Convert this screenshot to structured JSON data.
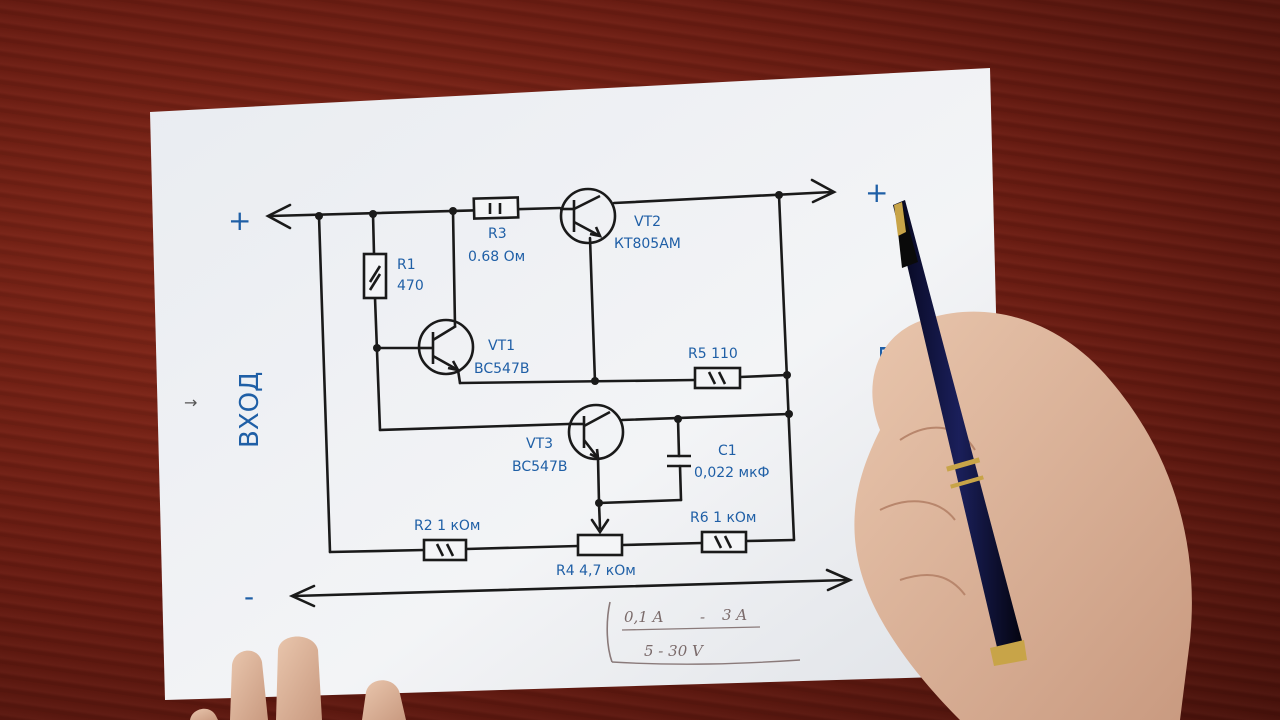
{
  "diagram": {
    "input_plus": "+",
    "input_minus": "-",
    "output_plus": "+",
    "input_label": "ВХОД",
    "output_label": "ВХОД",
    "r1_name": "R1",
    "r1_value": "470",
    "r3_name": "R3",
    "r3_value": "0.68 Ом",
    "vt2_name": "VT2",
    "vt2_type": "КТ805АМ",
    "vt1_name": "VT1",
    "vt1_type": "BC547B",
    "r5_label": "R5 110",
    "vt3_name": "VT3",
    "vt3_type": "BC547B",
    "c1_name": "C1",
    "c1_value": "0,022 мкФ",
    "r2_label": "R2 1 кОм",
    "r6_label": "R6 1 кОм",
    "r4_label": "R4 4,7 кОм"
  },
  "handwritten": {
    "current_min": "0,1 A",
    "dash1": "-",
    "current_max": "3 A",
    "voltage_range": "5 - 30 V"
  },
  "colors": {
    "ink": "#1f5fa6",
    "wire": "#1a1a1a",
    "paper": "#eef0f3",
    "table": "#6a1f14"
  }
}
